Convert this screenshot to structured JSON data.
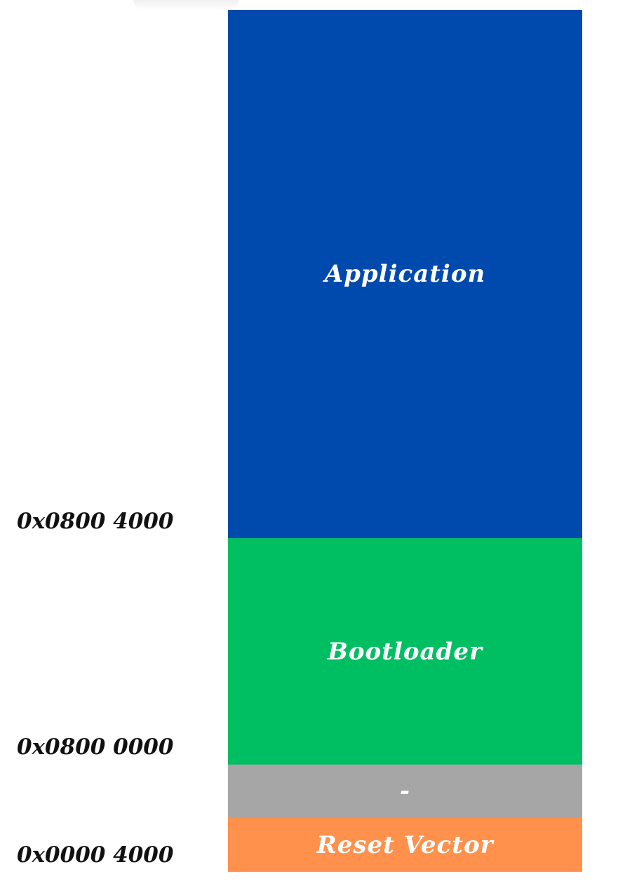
{
  "regions": [
    {
      "label": "Application",
      "color": "#004aad"
    },
    {
      "label": "Bootloader",
      "color": "#00bf63"
    },
    {
      "label": "-",
      "color": "#a6a6a6"
    },
    {
      "label": "Reset Vector",
      "color": "#ff914d"
    }
  ],
  "addresses": {
    "application_start": "0x0800 4000",
    "bootloader_start": "0x0800 0000",
    "reset_vector_end": "0x0000 4000"
  }
}
